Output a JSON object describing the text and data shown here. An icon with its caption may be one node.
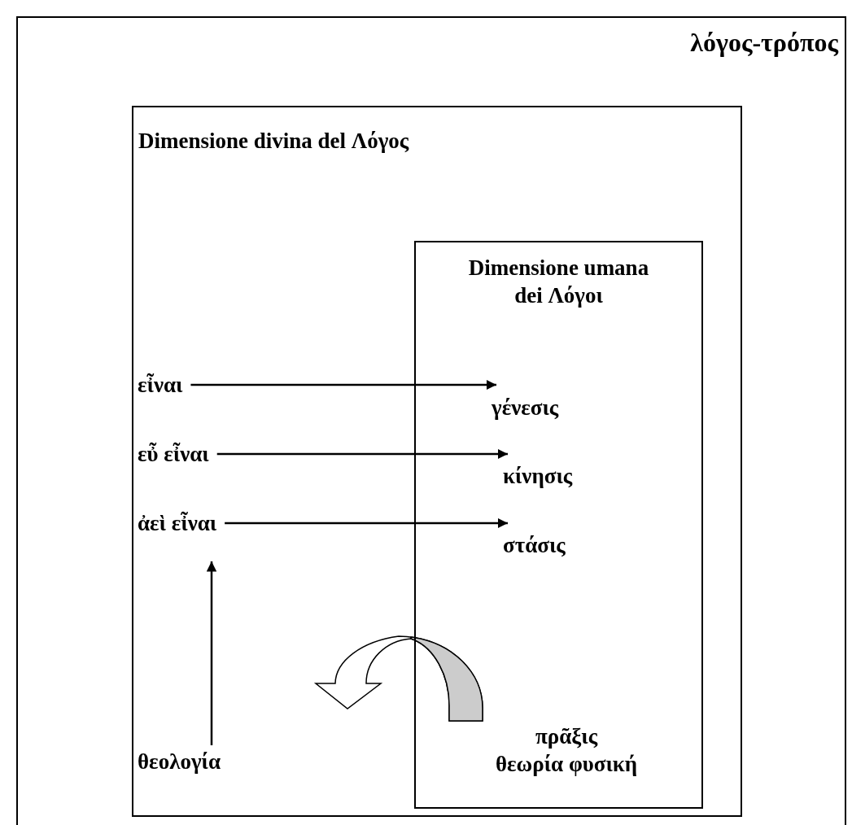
{
  "diagram": {
    "nodes": [
      {
        "text": [
          "λόγος-τρόπος"
        ]
      },
      {
        "text": [
          "Dimensione divina del Λόγος"
        ],
        "in": 0
      },
      {
        "text": [
          "Dimensione umana dei Λόγοι"
        ],
        "in": 1
      },
      {
        "text": [
          "εἶναι"
        ],
        "in": 1
      },
      {
        "text": [
          "γένεσις"
        ],
        "in": 2
      },
      {
        "text": [
          "εὖ εἶναι"
        ],
        "in": 1
      },
      {
        "text": [
          "κίνησις"
        ],
        "in": 2
      },
      {
        "text": [
          "ἀεὶ εἶναι"
        ],
        "in": 1
      },
      {
        "text": [
          "στάσις"
        ],
        "in": 2
      },
      {
        "text": [
          "θεολογία"
        ],
        "in": 1
      },
      {
        "text": [
          "πρᾶξις",
          "θεωρία φυσική"
        ],
        "in": 2
      }
    ],
    "edges": [
      {
        "from": 3,
        "to": 4,
        "arrow": "to"
      },
      {
        "from": 5,
        "to": 6,
        "arrow": "to"
      },
      {
        "from": 7,
        "to": 8,
        "arrow": "to"
      },
      {
        "from": 9,
        "to": 7,
        "arrow": "to"
      },
      {
        "from": 10,
        "to": null,
        "arrow": "to",
        "style": "thick"
      }
    ]
  }
}
